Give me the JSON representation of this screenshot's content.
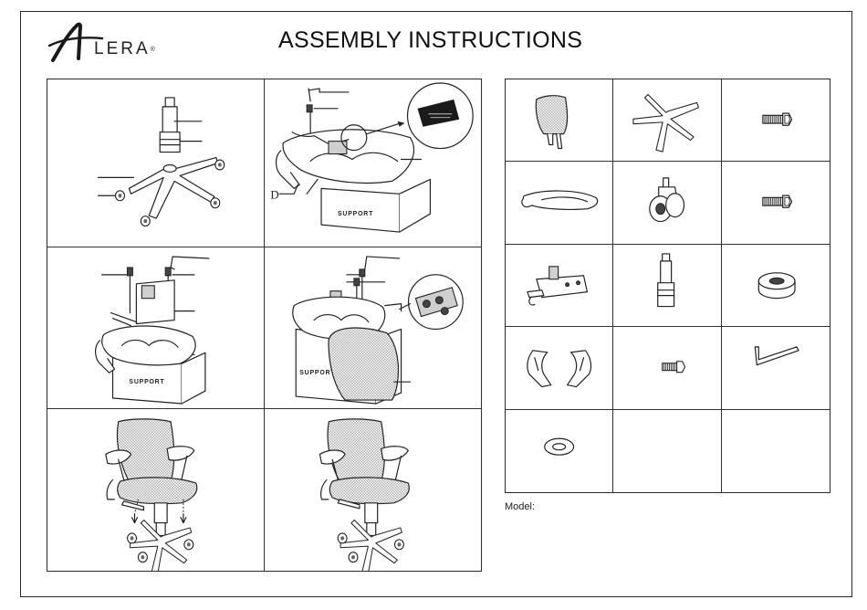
{
  "header": {
    "brand": "LERA",
    "brand_mark": "®",
    "title": "ASSEMBLY INSTRUCTIONS"
  },
  "steps": [
    {
      "id": "step-1"
    },
    {
      "id": "step-2",
      "marker": "D",
      "box_label": "SUPPORT"
    },
    {
      "id": "step-3",
      "box_label": "SUPPORT"
    },
    {
      "id": "step-4",
      "box_label": "SUPPORT"
    },
    {
      "id": "step-5"
    },
    {
      "id": "step-6"
    }
  ],
  "parts": [
    {
      "icon": "mesh-back-icon"
    },
    {
      "icon": "five-star-base-icon"
    },
    {
      "icon": "long-bolt-icon"
    },
    {
      "icon": "seat-icon"
    },
    {
      "icon": "caster-icon"
    },
    {
      "icon": "long-bolt-icon"
    },
    {
      "icon": "seat-mechanism-icon"
    },
    {
      "icon": "gas-cylinder-icon"
    },
    {
      "icon": "spacer-ring-icon"
    },
    {
      "icon": "armrests-icon"
    },
    {
      "icon": "short-bolt-icon"
    },
    {
      "icon": "allen-wrench-icon"
    },
    {
      "icon": "washer-icon"
    },
    {
      "icon": ""
    },
    {
      "icon": ""
    }
  ],
  "footer": {
    "model_label": "Model:"
  }
}
